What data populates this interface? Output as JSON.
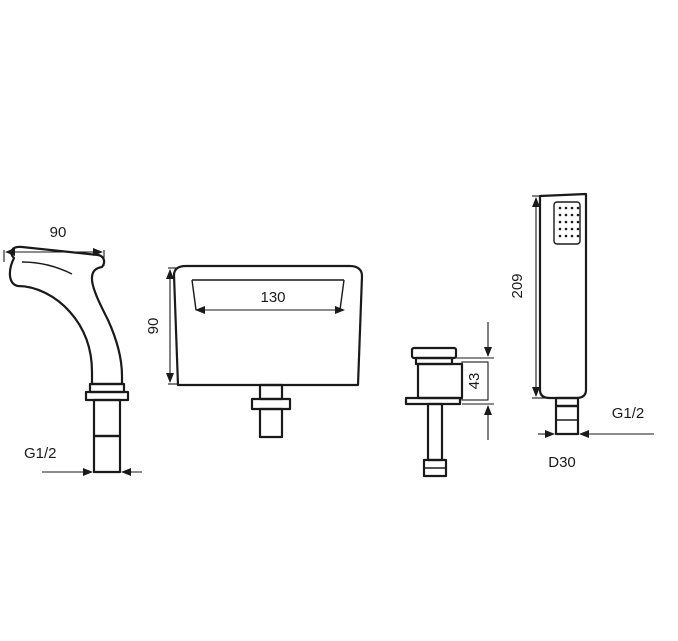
{
  "drawing": {
    "spout": {
      "width_label": "90",
      "thread_label": "G1/2"
    },
    "mixer": {
      "height_label": "90",
      "width_label": "130"
    },
    "valve": {
      "height_label": "43"
    },
    "hand_shower": {
      "length_label": "209",
      "thread_label": "G1/2",
      "diameter_label": "D30"
    }
  },
  "colors": {
    "line": "#1a1a1a",
    "background": "#ffffff"
  }
}
